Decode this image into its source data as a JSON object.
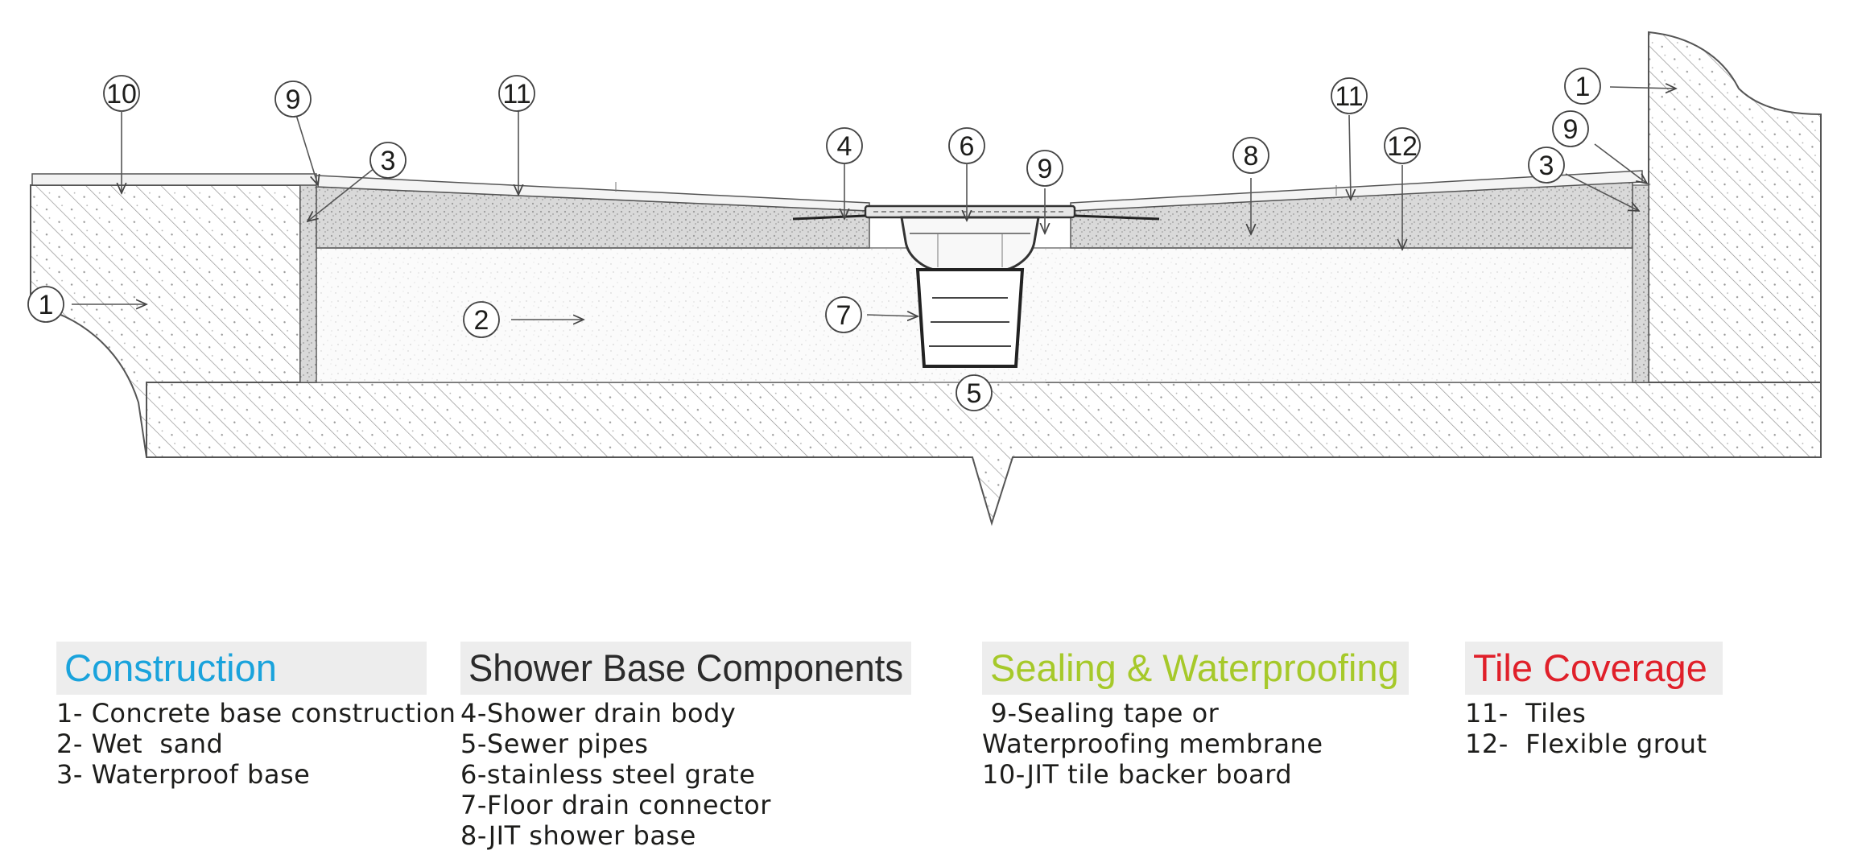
{
  "callouts": [
    {
      "id": "c10a",
      "label": "10"
    },
    {
      "id": "c9a",
      "label": "9"
    },
    {
      "id": "c3a",
      "label": "3"
    },
    {
      "id": "c11a",
      "label": "11"
    },
    {
      "id": "c1a",
      "label": "1"
    },
    {
      "id": "c2",
      "label": "2"
    },
    {
      "id": "c4",
      "label": "4"
    },
    {
      "id": "c6",
      "label": "6"
    },
    {
      "id": "c9b",
      "label": "9"
    },
    {
      "id": "c7",
      "label": "7"
    },
    {
      "id": "c5",
      "label": "5"
    },
    {
      "id": "c8",
      "label": "8"
    },
    {
      "id": "c11b",
      "label": "11"
    },
    {
      "id": "c12",
      "label": "12"
    },
    {
      "id": "c1b",
      "label": "1"
    },
    {
      "id": "c9c",
      "label": "9"
    },
    {
      "id": "c3b",
      "label": "3"
    }
  ],
  "legend": {
    "construction": {
      "heading": "Construction",
      "items": [
        "1- Concrete base construction",
        "2- Wet  sand",
        "3- Waterproof base"
      ]
    },
    "components": {
      "heading": "Shower Base Components",
      "items": [
        "4-Shower drain body",
        "5-Sewer pipes",
        "6-stainless steel grate",
        "7-Floor drain connector",
        "8-JIT shower base"
      ]
    },
    "sealing": {
      "heading": "Sealing & Waterproofing",
      "items": [
        " 9-Sealing tape or",
        "Waterproofing membrane",
        "10-JIT tile backer board"
      ]
    },
    "tile": {
      "heading": "Tile Coverage",
      "items": [
        "11-  Tiles",
        "12-  Flexible grout"
      ]
    }
  },
  "colors": {
    "construction": "#1aa3dc",
    "components": "#2b2b2b",
    "sealing": "#a6c92a",
    "tile": "#e0202a"
  }
}
